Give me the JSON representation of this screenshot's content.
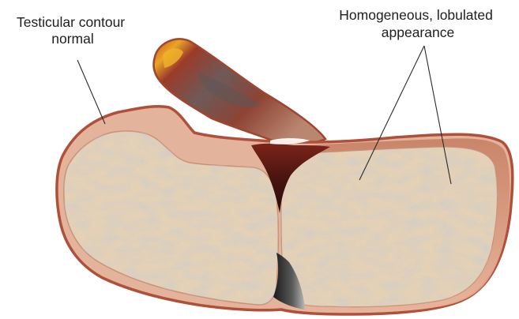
{
  "labels": {
    "left": {
      "line1": "Testicular contour",
      "line2": "normal"
    },
    "right": {
      "line1": "Homogeneous, lobulated",
      "line2": "appearance"
    }
  },
  "colors": {
    "capsule": "#b5533a",
    "capsule_light": "#e0a98f",
    "parenchyma": "#e6d2b6",
    "parenchyma_speckle": "#a8a39a",
    "mediastinum": "#5b1a14",
    "cord": "#8a3a2e",
    "cord_highlight": "#e8a020",
    "leader_line": "#2a2a2a"
  }
}
